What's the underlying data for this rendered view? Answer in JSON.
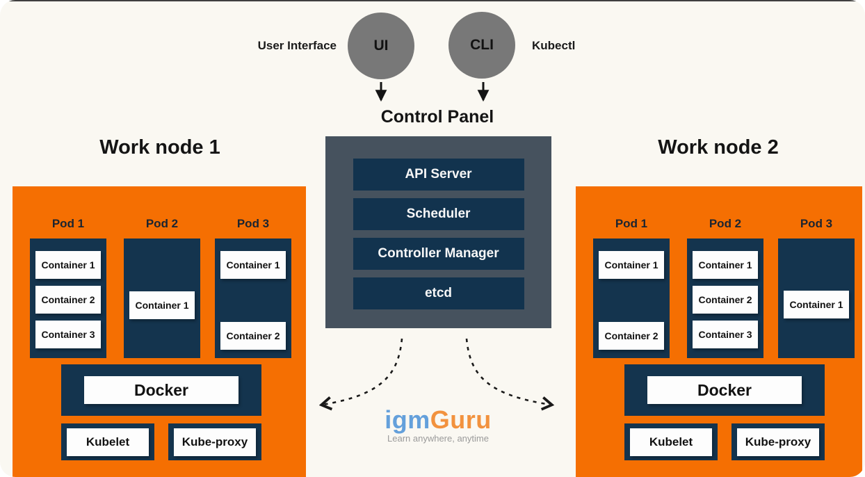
{
  "colors": {
    "background": "#faf8f2",
    "node_orange": "#F56F02",
    "navy": "#14344E",
    "control_panel_slate": "#46525E",
    "circle_gray": "#787878",
    "logo_blue": "#64A0DB",
    "logo_orange": "#F2923E"
  },
  "top": {
    "ui_circle": "UI",
    "cli_circle": "CLI",
    "ui_label": "User Interface",
    "cli_label": "Kubectl",
    "control_panel_title": "Control Panel"
  },
  "control_panel": {
    "components": [
      "API Server",
      "Scheduler",
      "Controller Manager",
      "etcd"
    ]
  },
  "nodes": [
    {
      "title": "Work node 1",
      "pods": [
        {
          "label": "Pod 1",
          "containers": [
            "Container 1",
            "Container 2",
            "Container 3"
          ]
        },
        {
          "label": "Pod 2",
          "containers": [
            "Container 1"
          ]
        },
        {
          "label": "Pod 3",
          "containers": [
            "Container 1",
            "Container 2"
          ]
        }
      ],
      "docker": "Docker",
      "kubelet": "Kubelet",
      "kube_proxy": "Kube-proxy"
    },
    {
      "title": "Work node 2",
      "pods": [
        {
          "label": "Pod 1",
          "containers": [
            "Container 1",
            "Container 2"
          ]
        },
        {
          "label": "Pod 2",
          "containers": [
            "Container 1",
            "Container 2",
            "Container 3"
          ]
        },
        {
          "label": "Pod 3",
          "containers": [
            "Container 1"
          ]
        }
      ],
      "docker": "Docker",
      "kubelet": "Kubelet",
      "kube_proxy": "Kube-proxy"
    }
  ],
  "logo": {
    "part1": "igm",
    "part2": "Guru",
    "tagline": "Learn anywhere, anytime"
  }
}
